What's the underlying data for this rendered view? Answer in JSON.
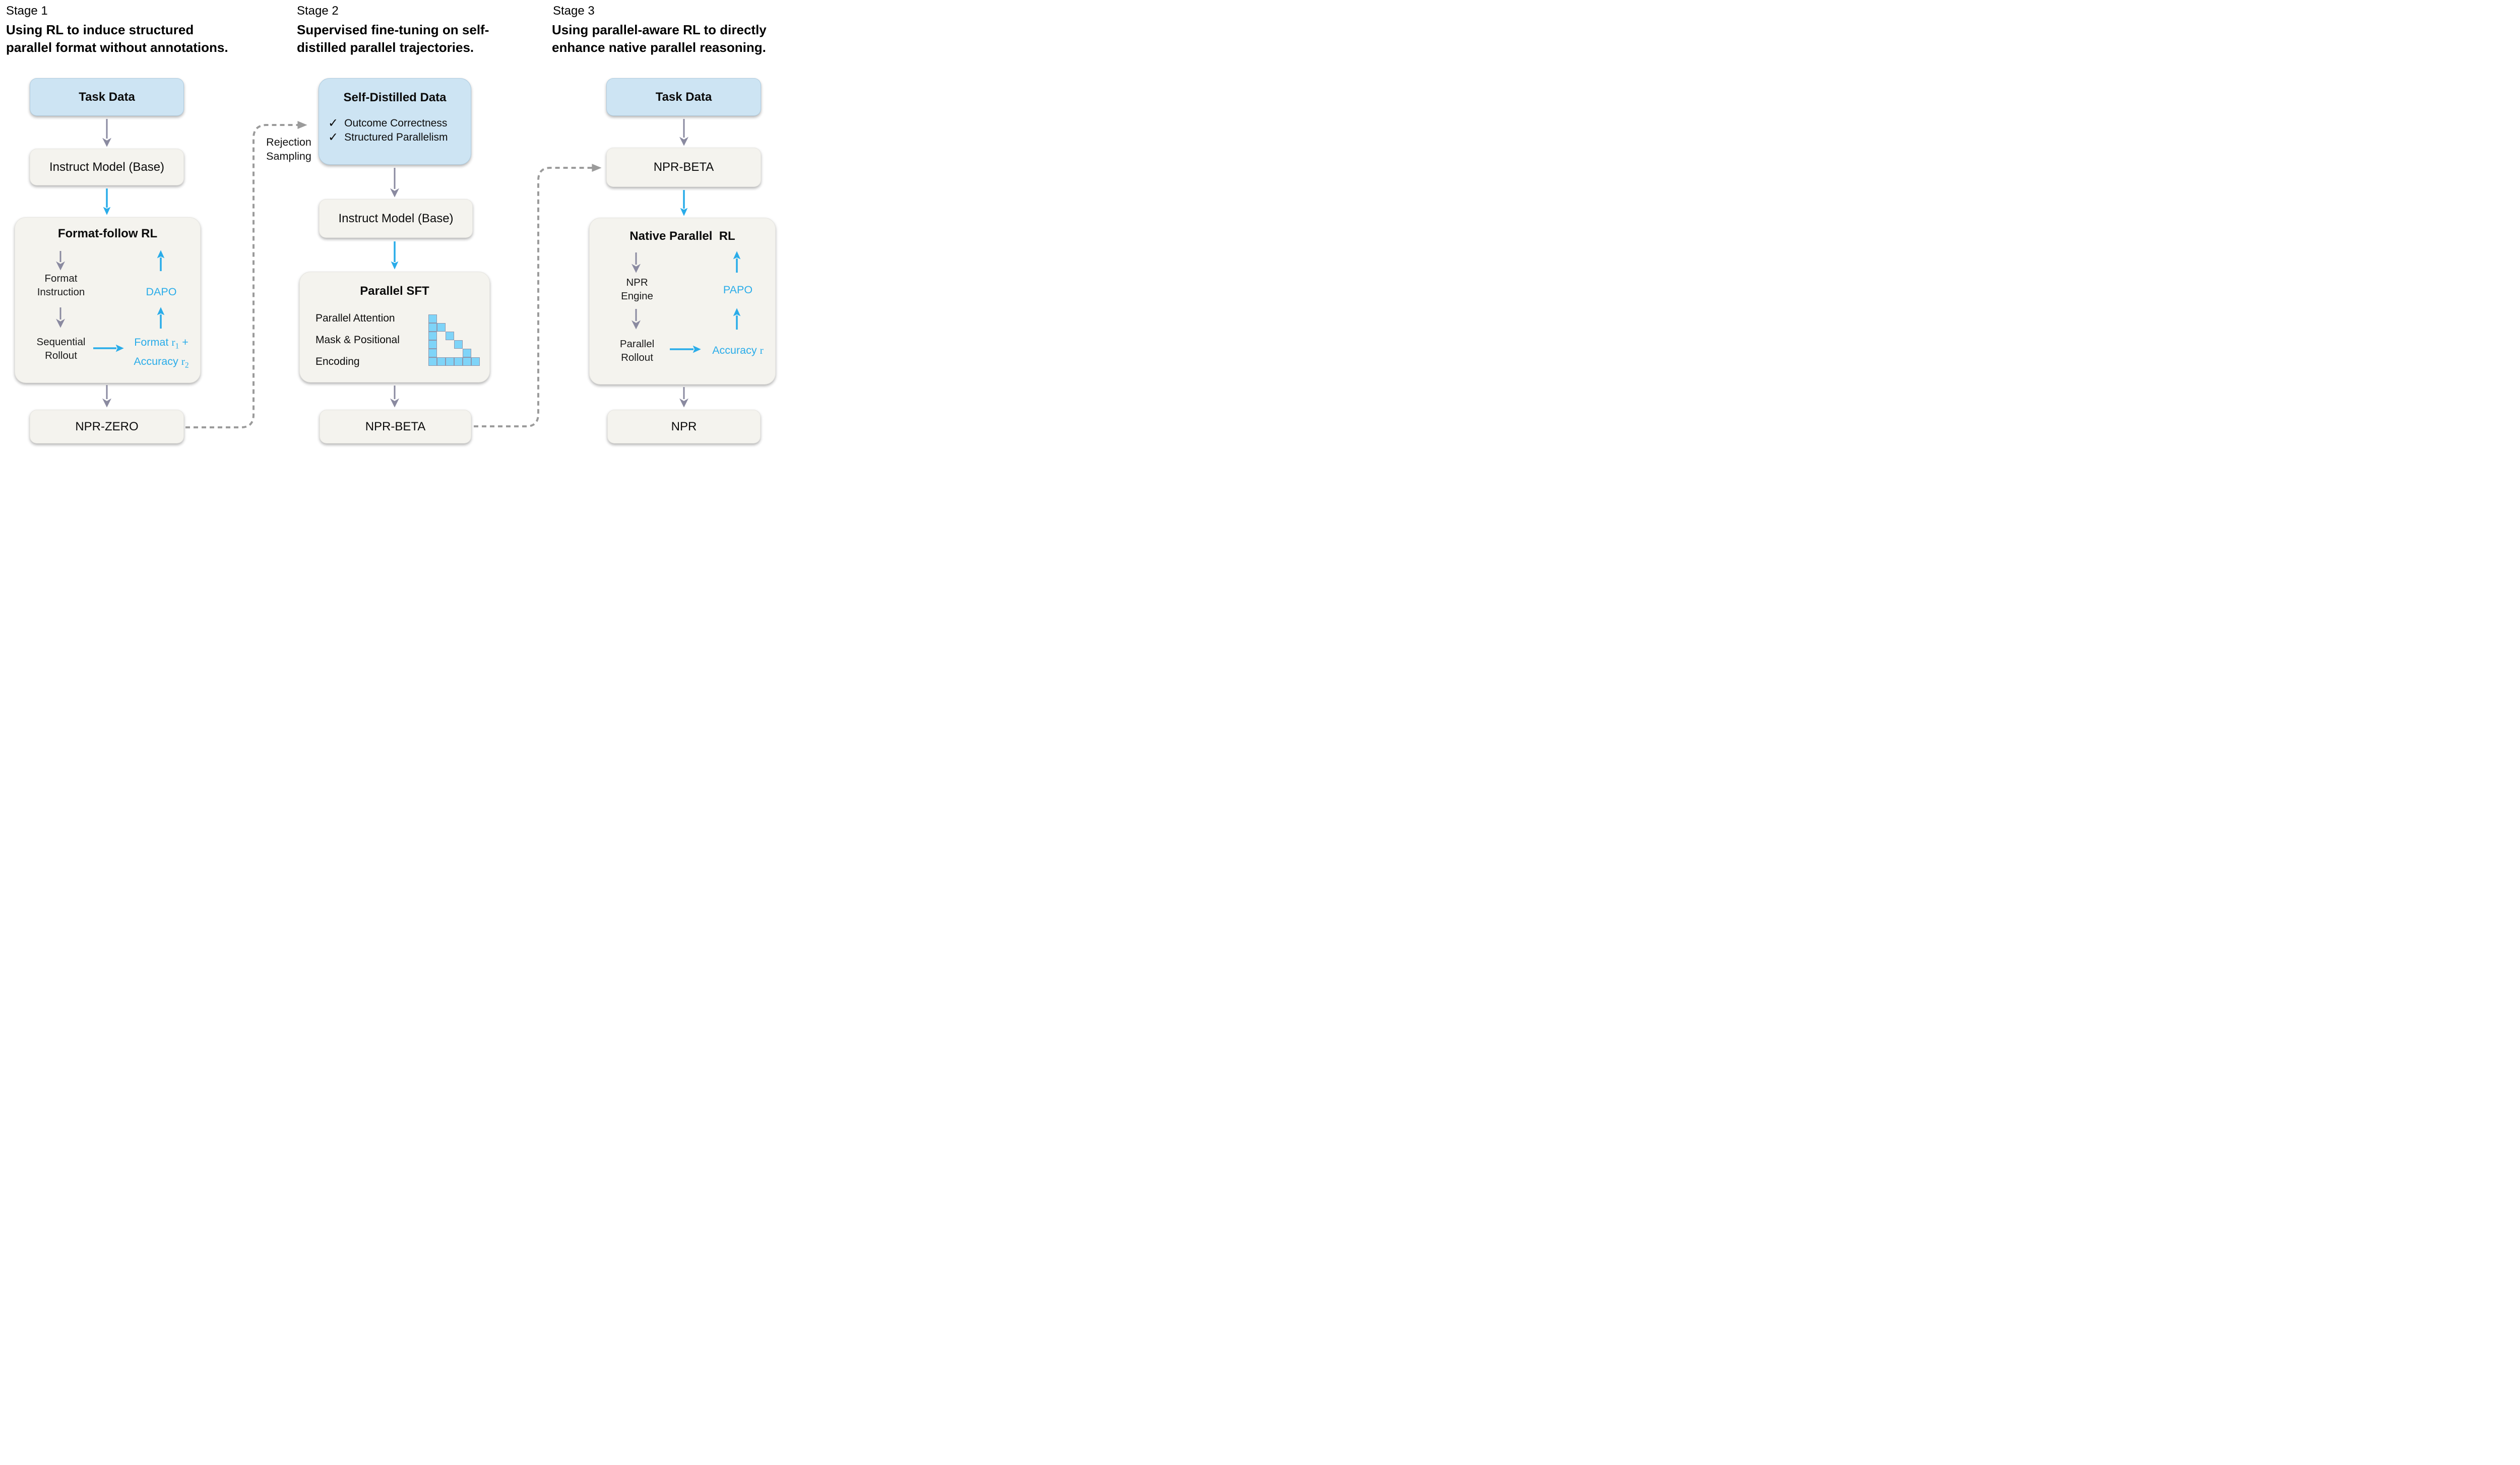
{
  "colors": {
    "background": "#ffffff",
    "blue_box_fill": "#cde4f3",
    "gray_box_fill": "#f4f3ee",
    "accent_blue": "#29ace9",
    "arrow_gray": "#8a8aa0",
    "dash_gray": "#9b9b9b",
    "text_black": "#0b0b0b",
    "mask_fill": "#7fd4f8",
    "mask_border": "#8e96ac"
  },
  "stage1": {
    "label": "Stage 1",
    "desc_line1": "Using RL to induce structured",
    "desc_line2": "parallel format without annotations.",
    "task_data": "Task Data",
    "instruct_model": "Instruct Model (Base)",
    "ffrl": {
      "title": "Format-follow RL",
      "format_instruction_line1": "Format",
      "format_instruction_line2": "Instruction",
      "sequential_rollout_line1": "Sequential",
      "sequential_rollout_line2": "Rollout",
      "dapo": "DAPO",
      "reward1_prefix": "Format ",
      "reward1_var": "r",
      "reward1_sub": "1",
      "reward1_suffix": " +",
      "reward2_prefix": "Accuracy ",
      "reward2_var": "r",
      "reward2_sub": "2"
    },
    "npr_zero": "NPR-ZERO"
  },
  "stage2": {
    "label": "Stage 2",
    "desc_line1": "Supervised fine-tuning on self-",
    "desc_line2": "distilled parallel trajectories.",
    "rejection_line1": "Rejection",
    "rejection_line2": "Sampling",
    "self_distilled": {
      "title": "Self-Distilled Data",
      "check_icon": "✓",
      "item1": "Outcome Correctness",
      "item2": "Structured Parallelism"
    },
    "instruct_model": "Instruct Model (Base)",
    "parallel_sft": {
      "title": "Parallel SFT",
      "line1": "Parallel Attention",
      "line2": "Mask & Positional",
      "line3": "Encoding"
    },
    "npr_beta": "NPR-BETA"
  },
  "stage3": {
    "label": "Stage 3",
    "desc_line1": "Using parallel-aware RL to directly",
    "desc_line2": "enhance native parallel reasoning.",
    "task_data": "Task Data",
    "npr_beta": "NPR-BETA",
    "nprl": {
      "title": "Native Parallel  RL",
      "npr_engine_line1": "NPR",
      "npr_engine_line2": "Engine",
      "parallel_rollout_line1": "Parallel",
      "parallel_rollout_line2": "Rollout",
      "papo": "PAPO",
      "accuracy_prefix": "Accuracy ",
      "accuracy_var": "r"
    },
    "npr": "NPR"
  },
  "mask": {
    "rows": [
      [
        1,
        0,
        0,
        0,
        0,
        0
      ],
      [
        1,
        1,
        0,
        0,
        0,
        0
      ],
      [
        1,
        0,
        1,
        0,
        0,
        0
      ],
      [
        1,
        0,
        0,
        1,
        0,
        0
      ],
      [
        1,
        0,
        0,
        0,
        1,
        0
      ],
      [
        1,
        1,
        1,
        1,
        1,
        1
      ]
    ]
  }
}
